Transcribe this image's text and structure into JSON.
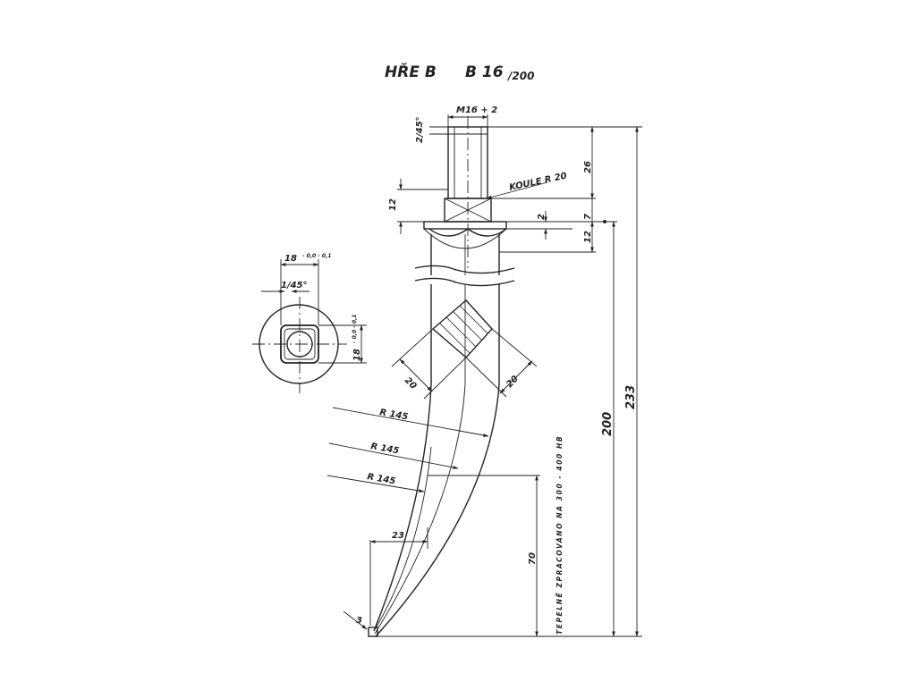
{
  "drawing": {
    "title_left": "HŘE B",
    "title_code": "B 16",
    "title_size": "/200",
    "thread_label": "M16 + 2",
    "chamfer_top": "2/45°",
    "ball_label": "KOULE R 20",
    "dim_26": "26",
    "dim_7": "7",
    "dim_2": "2",
    "dim_12_left": "12",
    "dim_12_right": "12",
    "dim_200": "200",
    "dim_233": "233",
    "dim_20_left": "20",
    "dim_20_right": "20",
    "radius_1": "R 145",
    "radius_2": "R 145",
    "radius_3": "R 145",
    "dim_23": "23",
    "dim_3": "3",
    "dim_70": "70",
    "heat_note": "TEPELNĚ ZPRACOVÁNO NA 300 - 400 HB",
    "section_width": "18",
    "section_width_tol": "- 0,0 - 0,1",
    "section_height": "18",
    "section_height_tol": "- 0,0 - 0,1",
    "section_chamfer": "1/45°"
  },
  "colors": {
    "ink": "#222222",
    "paper": "#ffffff"
  }
}
